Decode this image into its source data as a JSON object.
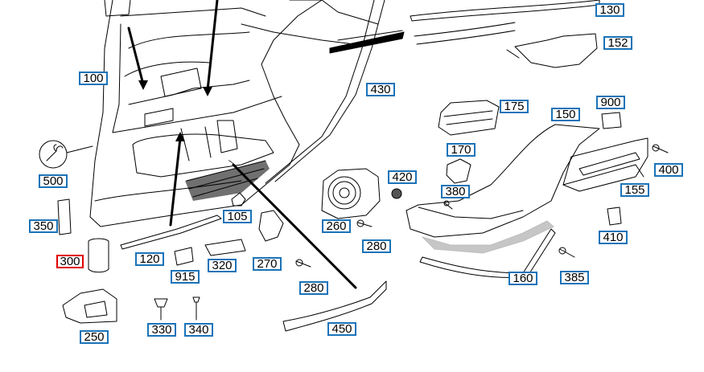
{
  "diagram": {
    "active_part": "300",
    "colors": {
      "callout_border": "#1a73b8",
      "active_border": "#e00000",
      "line": "#000000"
    },
    "callouts": [
      {
        "id": "130",
        "label": "130"
      },
      {
        "id": "152",
        "label": "152"
      },
      {
        "id": "100",
        "label": "100"
      },
      {
        "id": "430",
        "label": "430"
      },
      {
        "id": "175",
        "label": "175"
      },
      {
        "id": "900",
        "label": "900"
      },
      {
        "id": "150",
        "label": "150"
      },
      {
        "id": "170",
        "label": "170"
      },
      {
        "id": "500",
        "label": "500"
      },
      {
        "id": "420",
        "label": "420"
      },
      {
        "id": "400",
        "label": "400"
      },
      {
        "id": "380",
        "label": "380"
      },
      {
        "id": "155",
        "label": "155"
      },
      {
        "id": "350",
        "label": "350"
      },
      {
        "id": "105",
        "label": "105"
      },
      {
        "id": "260",
        "label": "260"
      },
      {
        "id": "410",
        "label": "410"
      },
      {
        "id": "280a",
        "label": "280"
      },
      {
        "id": "300",
        "label": "300"
      },
      {
        "id": "120",
        "label": "120"
      },
      {
        "id": "320",
        "label": "320"
      },
      {
        "id": "270",
        "label": "270"
      },
      {
        "id": "385",
        "label": "385"
      },
      {
        "id": "915",
        "label": "915"
      },
      {
        "id": "160",
        "label": "160"
      },
      {
        "id": "280b",
        "label": "280"
      },
      {
        "id": "330",
        "label": "330"
      },
      {
        "id": "340",
        "label": "340"
      },
      {
        "id": "450",
        "label": "450"
      },
      {
        "id": "250",
        "label": "250"
      }
    ]
  }
}
